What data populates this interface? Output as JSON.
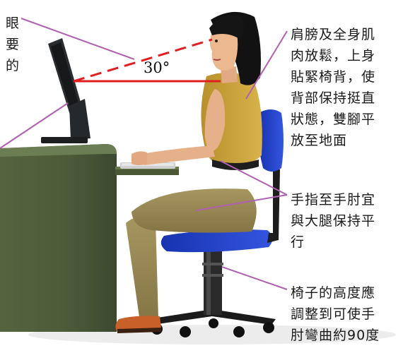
{
  "angle": {
    "label": "30°"
  },
  "notes": {
    "left": {
      "lines": [
        "眼",
        "要",
        "的"
      ]
    },
    "shoulders": {
      "lines": [
        "肩膀及全身肌",
        "肉放鬆，上身",
        "貼緊椅背，使",
        "背部保持挺直",
        "狀態，雙腳平",
        "放至地面"
      ]
    },
    "fingers": {
      "lines": [
        "手指至手肘宜",
        "與大腿保持平",
        "行"
      ]
    },
    "chair": {
      "lines": [
        "椅子的高度應",
        "調整到可使手",
        "肘彎曲約90度"
      ]
    }
  },
  "colors": {
    "desk": "#5a6b45",
    "monitor": "#1e2022",
    "skin": "#e8b48c",
    "hair": "#151515",
    "shirt": "#c9a33a",
    "pants": "#9a8a55",
    "chair": "#1f3fbf",
    "sightline": "#e02020",
    "leader": "#b060b0"
  }
}
